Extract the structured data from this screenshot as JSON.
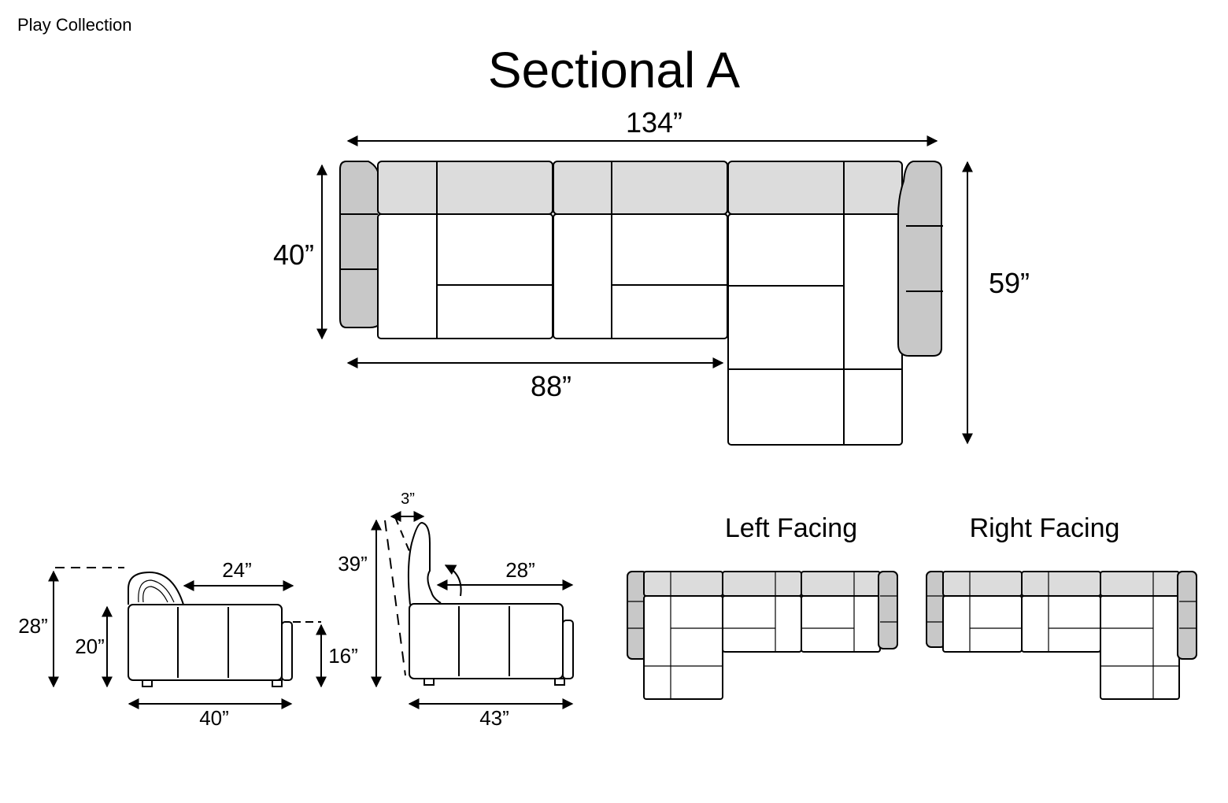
{
  "header": {
    "collection": "Play Collection",
    "title": "Sectional A"
  },
  "top_view": {
    "overall_width": "134”",
    "sofa_depth": "40”",
    "sofa_length": "88”",
    "chaise_depth": "59”"
  },
  "side_view": {
    "overall_height": "28”",
    "seat_height": "20”",
    "seat_depth": "24”",
    "arm_height": "16”",
    "depth": "40”"
  },
  "recline_view": {
    "recline_offset": "3”",
    "reclined_height": "39”",
    "seat_depth": "28”",
    "depth": "43”"
  },
  "configurations": {
    "left_label": "Left Facing",
    "right_label": "Right Facing"
  },
  "colors": {
    "arm_fill": "#c8c8c8",
    "back_fill": "#dcdcdc",
    "outline": "#000000"
  }
}
